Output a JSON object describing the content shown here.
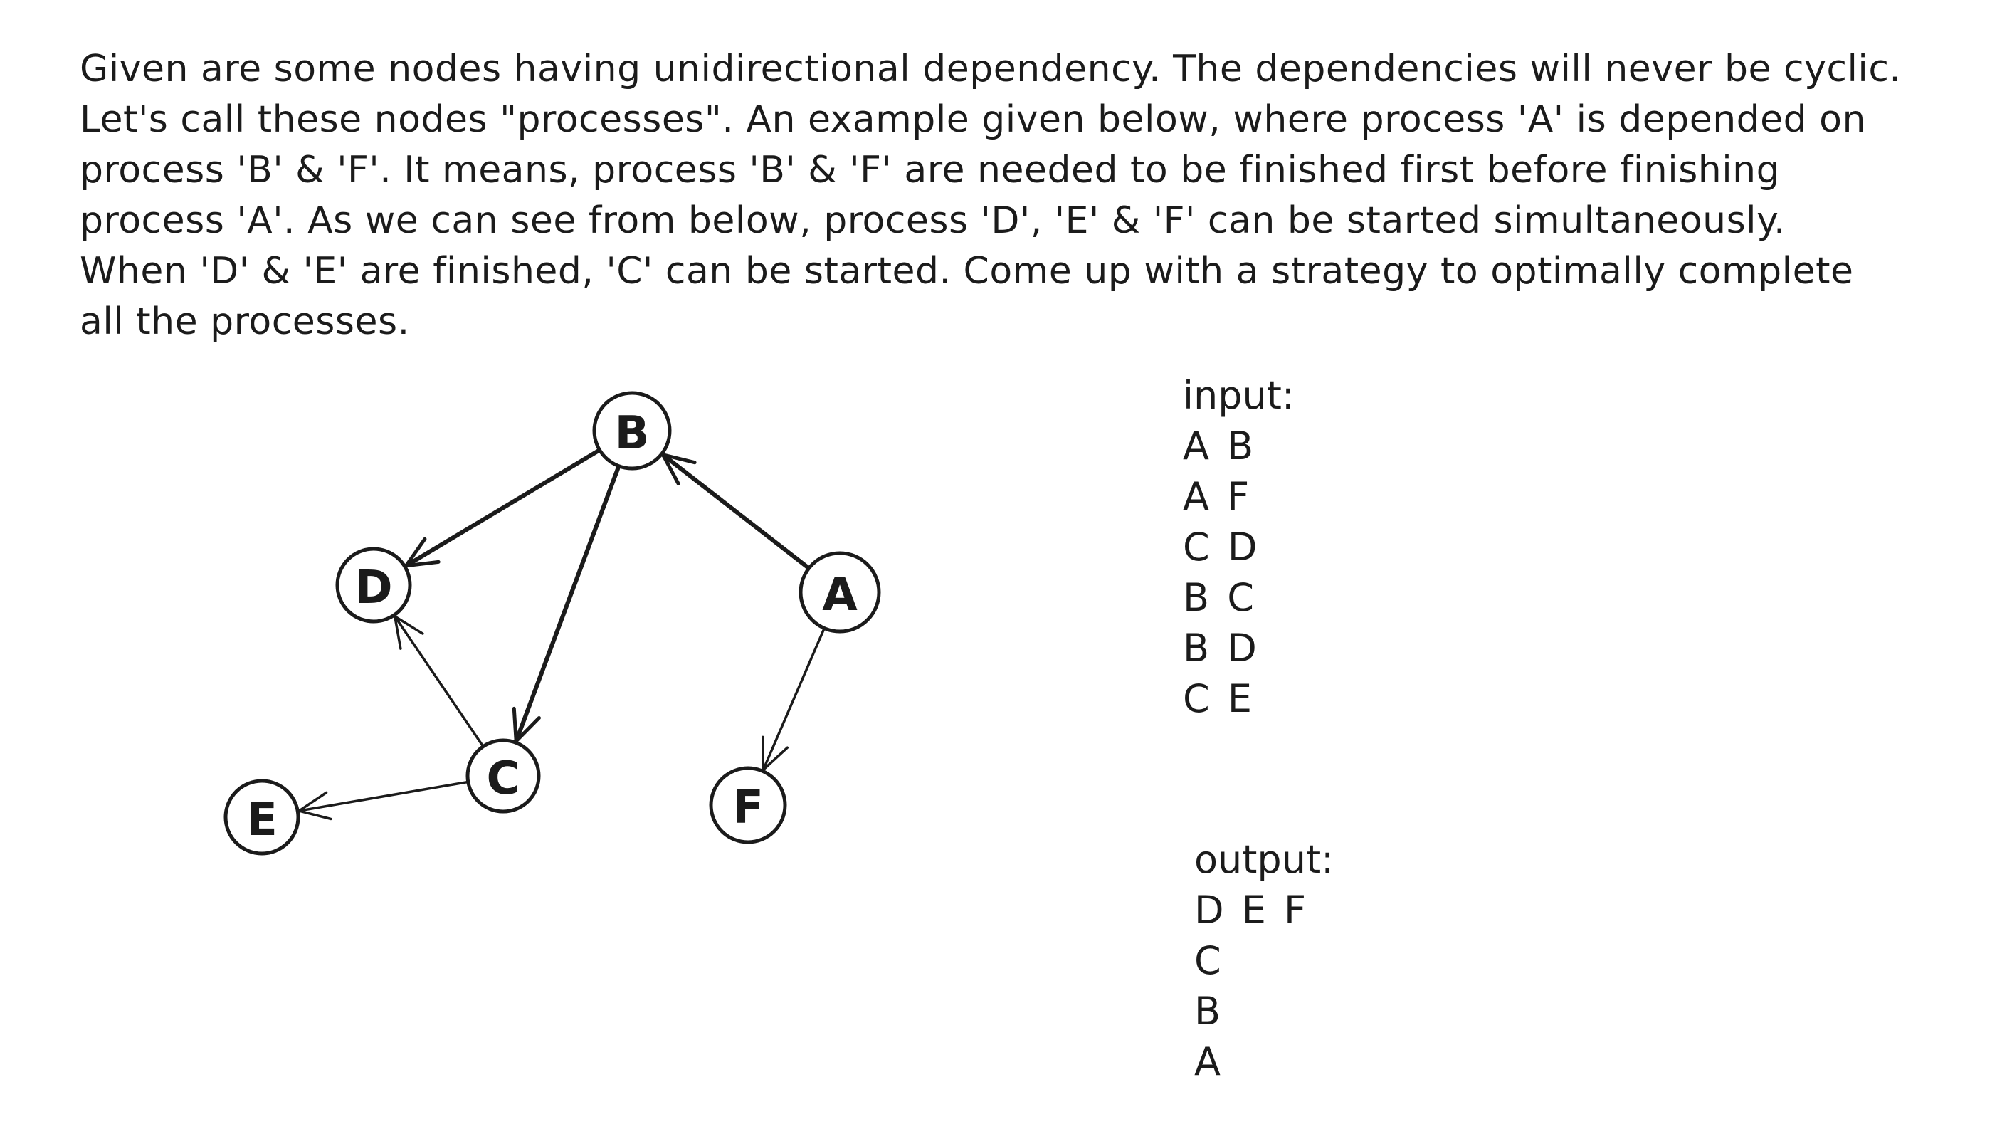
{
  "description": {
    "lines": [
      "Given are some nodes having unidirectional dependency. The dependencies will never be cyclic.",
      "Let's call these nodes \"processes\". An example given below, where process 'A' is depended on",
      "process 'B' & 'F'. It means, process 'B' & 'F' are needed to be finished first before finishing",
      "process 'A'. As we can see from below, process 'D', 'E' & 'F' can be started simultaneously.",
      "When 'D' & 'E' are finished, 'C' can be started. Come up with a strategy to optimally complete",
      "all the processes."
    ]
  },
  "graph": {
    "nodes": [
      {
        "id": "B",
        "label": "B"
      },
      {
        "id": "D",
        "label": "D"
      },
      {
        "id": "A",
        "label": "A"
      },
      {
        "id": "C",
        "label": "C"
      },
      {
        "id": "E",
        "label": "E"
      },
      {
        "id": "F",
        "label": "F"
      }
    ],
    "edges": [
      {
        "from": "B",
        "to": "D"
      },
      {
        "from": "B",
        "to": "C"
      },
      {
        "from": "A",
        "to": "B"
      },
      {
        "from": "A",
        "to": "F"
      },
      {
        "from": "C",
        "to": "D"
      },
      {
        "from": "C",
        "to": "E"
      }
    ]
  },
  "input": {
    "title": "input:",
    "rows": [
      "A B",
      "A F",
      "C D",
      "B C",
      "B D",
      "C E"
    ]
  },
  "output": {
    "title": "output:",
    "rows": [
      "D E F",
      "C",
      "B",
      "A"
    ]
  }
}
